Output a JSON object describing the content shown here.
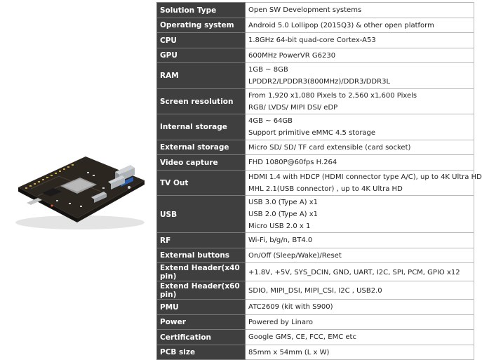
{
  "specs": [
    {
      "label": "Solution Type",
      "lines": [
        "Open SW Development systems"
      ]
    },
    {
      "label": "Operating system",
      "lines": [
        "Android 5.0 Lollipop (2015Q3) & other open platform"
      ]
    },
    {
      "label": "CPU",
      "lines": [
        "1.8GHz 64-bit quad-core Cortex-A53"
      ]
    },
    {
      "label": "GPU",
      "lines": [
        "600MHz PowerVR G6230"
      ]
    },
    {
      "label": "RAM",
      "lines": [
        "1GB ~ 8GB",
        "LPDDR2/LPDDR3(800MHz)/DDR3/DDR3L"
      ]
    },
    {
      "label": "Screen resolution",
      "lines": [
        "From 1,920 x1,080 Pixels to 2,560 x1,600 Pixels",
        "RGB/ LVDS/ MIPI DSI/ eDP"
      ]
    },
    {
      "label": "Internal storage",
      "lines": [
        "4GB ~ 64GB",
        "Support primitive eMMC 4.5 storage"
      ]
    },
    {
      "label": "External storage",
      "lines": [
        "Micro SD/ SD/ TF card extensible (card socket)"
      ]
    },
    {
      "label": "Video capture",
      "lines": [
        "FHD 1080P@60fps H.264"
      ]
    },
    {
      "label": "TV Out",
      "lines": [
        "HDMI 1.4 with HDCP (HDMI connector type A/C), up to 4K Ultra  HD",
        "MHL 2.1(USB connector) , up to 4K Ultra  HD"
      ]
    },
    {
      "label": "USB",
      "lines": [
        "USB 3.0 (Type A) x1",
        "USB 2.0 (Type A) x1",
        "Micro USB 2.0 x 1"
      ]
    },
    {
      "label": "RF",
      "lines": [
        "Wi-Fi, b/g/n, BT4.0"
      ]
    },
    {
      "label": "External buttons",
      "lines": [
        "On/Off (Sleep/Wake)/Reset"
      ]
    },
    {
      "label": "Extend Header(x40 pin)",
      "lines": [
        "+1.8V, +5V, SYS_DCIN, GND, UART, I2C, SPI, PCM, GPIO x12"
      ]
    },
    {
      "label": "Extend Header(x60 pin)",
      "lines": [
        "SDIO, MIPI_DSI, MIPI_CSI, I2C , USB2.0"
      ]
    },
    {
      "label": "PMU",
      "lines": [
        "ATC2609 (kit with S900)"
      ]
    },
    {
      "label": "Power",
      "lines": [
        "Powered by Linaro"
      ]
    },
    {
      "label": "Certification",
      "lines": [
        "Google GMS, CE, FCC, EMC etc"
      ]
    },
    {
      "label": "PCB size",
      "lines": [
        "85mm x 54mm (L x W)"
      ]
    }
  ]
}
